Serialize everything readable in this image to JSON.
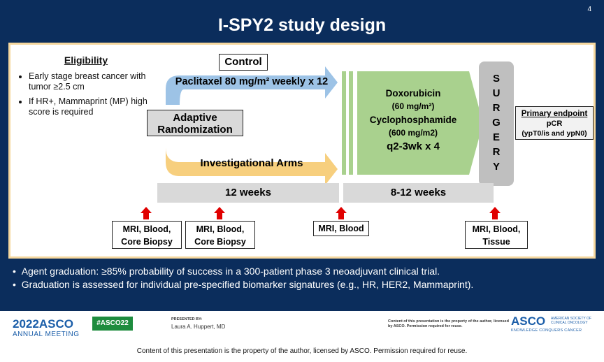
{
  "slide": {
    "page_number": "4",
    "title": "I-SPY2 study design"
  },
  "eligibility": {
    "heading": "Eligibility",
    "items": [
      "Early stage breast cancer with tumor ≥2.5 cm",
      "If HR+, Mammaprint (MP) high score is required"
    ]
  },
  "diagram": {
    "control_label": "Control",
    "paclitaxel_label": "Paclitaxel 80 mg/m² weekly x 12",
    "adaptive_line1": "Adaptive",
    "adaptive_line2": "Randomization",
    "investigational_label": "Investigational Arms",
    "chemo_line1": "Doxorubicin",
    "chemo_line2": "(60 mg/m²)",
    "chemo_line3": "Cyclophosphamide",
    "chemo_line4": "(600 mg/m2)",
    "chemo_line5": "q2-3wk x 4",
    "surgery_letters": [
      "S",
      "U",
      "R",
      "G",
      "E",
      "R",
      "Y"
    ],
    "primary_endpoint_title": "Primary endpoint",
    "primary_endpoint_line1": "pCR",
    "primary_endpoint_line2": "(ypT0/is and ypN0)",
    "phase1_weeks": "12 weeks",
    "phase2_weeks": "8-12 weeks",
    "timepoints": [
      {
        "line1": "MRI, Blood,",
        "line2": "Core Biopsy"
      },
      {
        "line1": "MRI, Blood,",
        "line2": "Core Biopsy"
      },
      {
        "line1": "MRI, Blood",
        "line2": ""
      },
      {
        "line1": "MRI, Blood,",
        "line2": "Tissue"
      }
    ]
  },
  "bullets": [
    "Agent graduation: ≥85% probability of success in a 300-patient phase 3 neoadjuvant clinical trial.",
    "Graduation is assessed for individual pre-specified biomarker signatures (e.g., HR, HER2, Mammaprint)."
  ],
  "footer": {
    "meeting_year": "2022",
    "meeting_brand": "ASCO",
    "meeting_subtitle": "ANNUAL MEETING",
    "hashtag": "#ASCO22",
    "presented_by_label": "PRESENTED BY:",
    "presenter": "Laura A. Huppert, MD",
    "notice_small": "Content of this presentation is the property of the author, licensed by ASCO. Permission required for reuse.",
    "asco_logo": "ASCO",
    "asco_society_line1": "AMERICAN SOCIETY OF",
    "asco_society_line2": "CLINICAL ONCOLOGY",
    "asco_tagline": "KNOWLEDGE CONQUERS CANCER"
  },
  "bottom_notice": "Content of this presentation is the property of the author, licensed by ASCO. Permission required for reuse.",
  "colors": {
    "navy": "#0b2d5c",
    "control_arrow": "#9dc3e6",
    "investigational_arrow": "#f7cf7e",
    "chemo_green": "#a9d18e",
    "surgery_gray": "#bfbfbf",
    "timeline_gray": "#d9d9d9",
    "marker_red": "#e00000"
  }
}
